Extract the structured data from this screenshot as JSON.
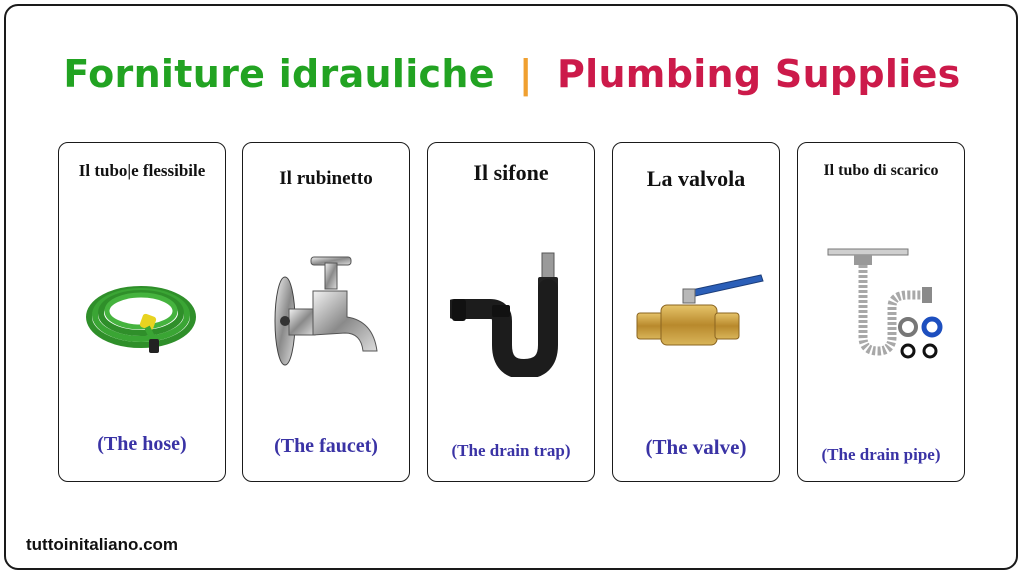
{
  "title": {
    "italian": "Forniture idrauliche",
    "separator": "|",
    "english": "Plumbing Supplies"
  },
  "cards": [
    {
      "label": "Il tubo|e flessibile",
      "translation": "(The hose)",
      "icon": "garden-hose-icon"
    },
    {
      "label": "Il rubinetto",
      "translation": "(The faucet)",
      "icon": "faucet-icon"
    },
    {
      "label": "Il sifone",
      "translation": "(The drain trap)",
      "icon": "drain-trap-icon"
    },
    {
      "label": "La valvola",
      "translation": "(The valve)",
      "icon": "valve-icon"
    },
    {
      "label": "Il tubo di scarico",
      "translation": "(The drain pipe)",
      "icon": "drain-pipe-icon"
    }
  ],
  "footer": {
    "site": "tuttoinitaliano.com"
  },
  "colors": {
    "italian_title": "#22a322",
    "separator": "#f0a030",
    "english_title": "#cc1a4a",
    "translation": "#3a33a5"
  }
}
